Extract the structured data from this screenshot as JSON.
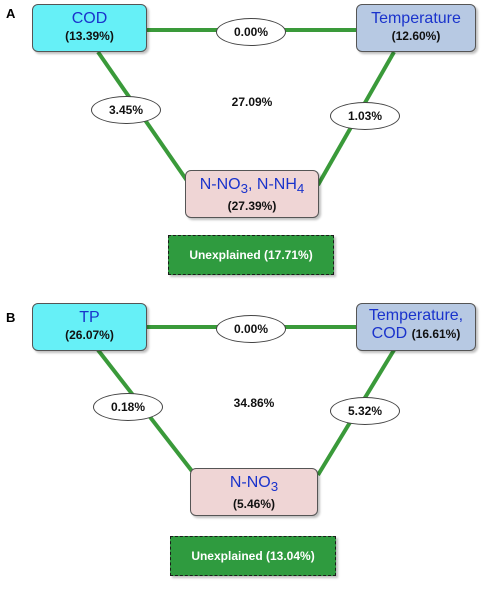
{
  "panels": [
    {
      "label": "A",
      "top_left": {
        "name": "COD",
        "pct": "(13.39%)"
      },
      "top_right": {
        "name": "Temperature",
        "pct": "(12.60%)"
      },
      "bottom": {
        "name_html": "N-NO<sub>3</sub>, N-NH<sub>4</sub>",
        "name_text": "N-NO3, N-NH4",
        "pct": "(27.39%)"
      },
      "shared_top": "0.00%",
      "shared_left": "3.45%",
      "shared_right": "1.03%",
      "shared_all": "27.09%",
      "unexplained": "Unexplained (17.71%)"
    },
    {
      "label": "B",
      "top_left": {
        "name": "TP",
        "pct": "(26.07%)"
      },
      "top_right": {
        "name_line1": "Temperature,",
        "name_line2": "COD",
        "pct": "(16.61%)"
      },
      "bottom": {
        "name_html": "N-NO<sub>3</sub>",
        "name_text": "N-NO3",
        "pct": "(5.46%)"
      },
      "shared_top": "0.00%",
      "shared_left": "0.18%",
      "shared_right": "5.32%",
      "shared_all": "34.86%",
      "unexplained": "Unexplained (13.04%)"
    }
  ],
  "colors": {
    "link": "#3a9a3a",
    "variable_cyan": "#66f0f7",
    "variable_blue": "#b7c9e3",
    "variable_pink": "#efd5d5",
    "unexplained_bg": "#2f9b3f",
    "label_blue": "#1a33cc"
  }
}
